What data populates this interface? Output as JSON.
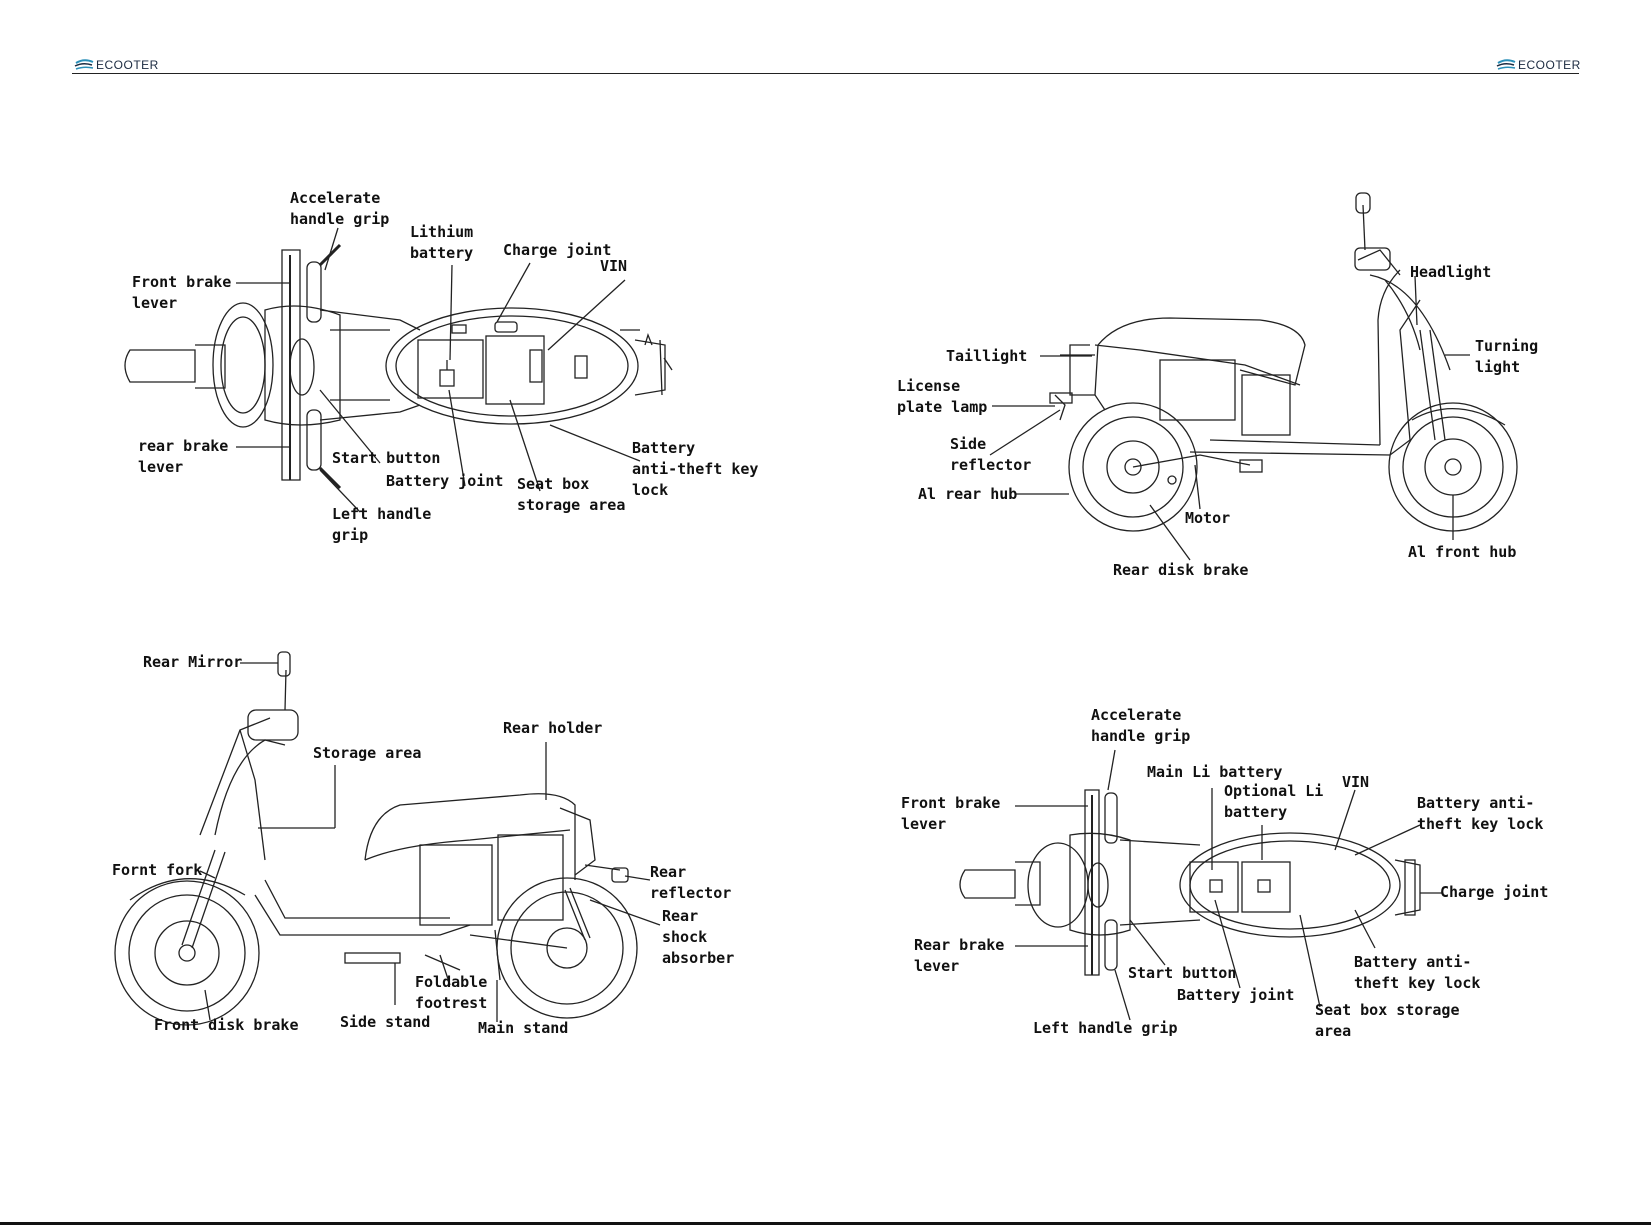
{
  "header": {
    "logo_text_left": "ECOOTER",
    "logo_text_right": "ECOOTER"
  },
  "colors": {
    "line": "#222222",
    "logo_accent": "#2a8fb8"
  },
  "top_view_1": {
    "accelerate_handle_grip": "Accelerate\nhandle grip",
    "lithium_battery": "Lithium\nbattery",
    "charge_joint": "Charge joint",
    "vin": "VIN",
    "front_brake_lever": "Front brake\nlever",
    "rear_brake_lever": "rear brake\nlever",
    "start_button": "Start button",
    "battery_joint": "Battery joint",
    "seat_box_storage_area": "Seat box\nstorage area",
    "battery_anti_theft_key_lock": "Battery\nanti-theft key\nlock",
    "left_handle_grip": "Left handle\ngrip"
  },
  "side_view_right": {
    "headlight": "Headlight",
    "turning_light": "Turning\nlight",
    "taillight": "Taillight",
    "license_plate_lamp": "License\nplate lamp",
    "side_reflector": "Side\nreflector",
    "al_rear_hub": "Al rear hub",
    "motor": "Motor",
    "al_front_hub": "Al front hub",
    "rear_disk_brake": "Rear disk brake"
  },
  "side_view_left": {
    "rear_mirror": "Rear Mirror",
    "storage_area": "Storage area",
    "rear_holder": "Rear holder",
    "fornt_fork": "Fornt fork",
    "rear_reflector": "Rear\nreflector",
    "rear_shock_absorber": "Rear\nshock\nabsorber",
    "foldable_footrest": "Foldable\nfootrest",
    "front_disk_brake": "Front disk brake",
    "side_stand": "Side stand",
    "main_stand": "Main stand"
  },
  "top_view_2": {
    "accelerate_handle_grip": "Accelerate\nhandle grip",
    "main_li_battery": "Main Li battery",
    "optional_li_battery": "Optional Li\nbattery",
    "vin": "VIN",
    "battery_anti_theft_key_lock_top": "Battery anti-\ntheft key lock",
    "front_brake_lever": "Front brake\nlever",
    "charge_joint": "Charge joint",
    "rear_brake_lever": "Rear brake\nlever",
    "start_button": "Start button",
    "battery_anti_theft_key_lock_bottom": "Battery anti-\ntheft key lock",
    "battery_joint": "Battery joint",
    "seat_box_storage_area": "Seat box storage\narea",
    "left_handle_grip": "Left handle grip"
  }
}
